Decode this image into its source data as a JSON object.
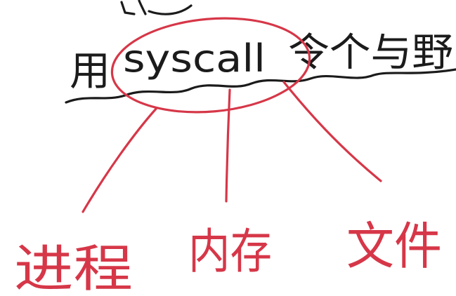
{
  "top_line": {
    "left_glyph": "用",
    "term": "syscall",
    "rest": "令个与野"
  },
  "branches": [
    {
      "label": "进程"
    },
    {
      "label": "内存"
    },
    {
      "label": "文件"
    }
  ],
  "colors": {
    "black_ink": "#1b1b1b",
    "red_ink": "#d63748",
    "background": "#ffffff"
  }
}
